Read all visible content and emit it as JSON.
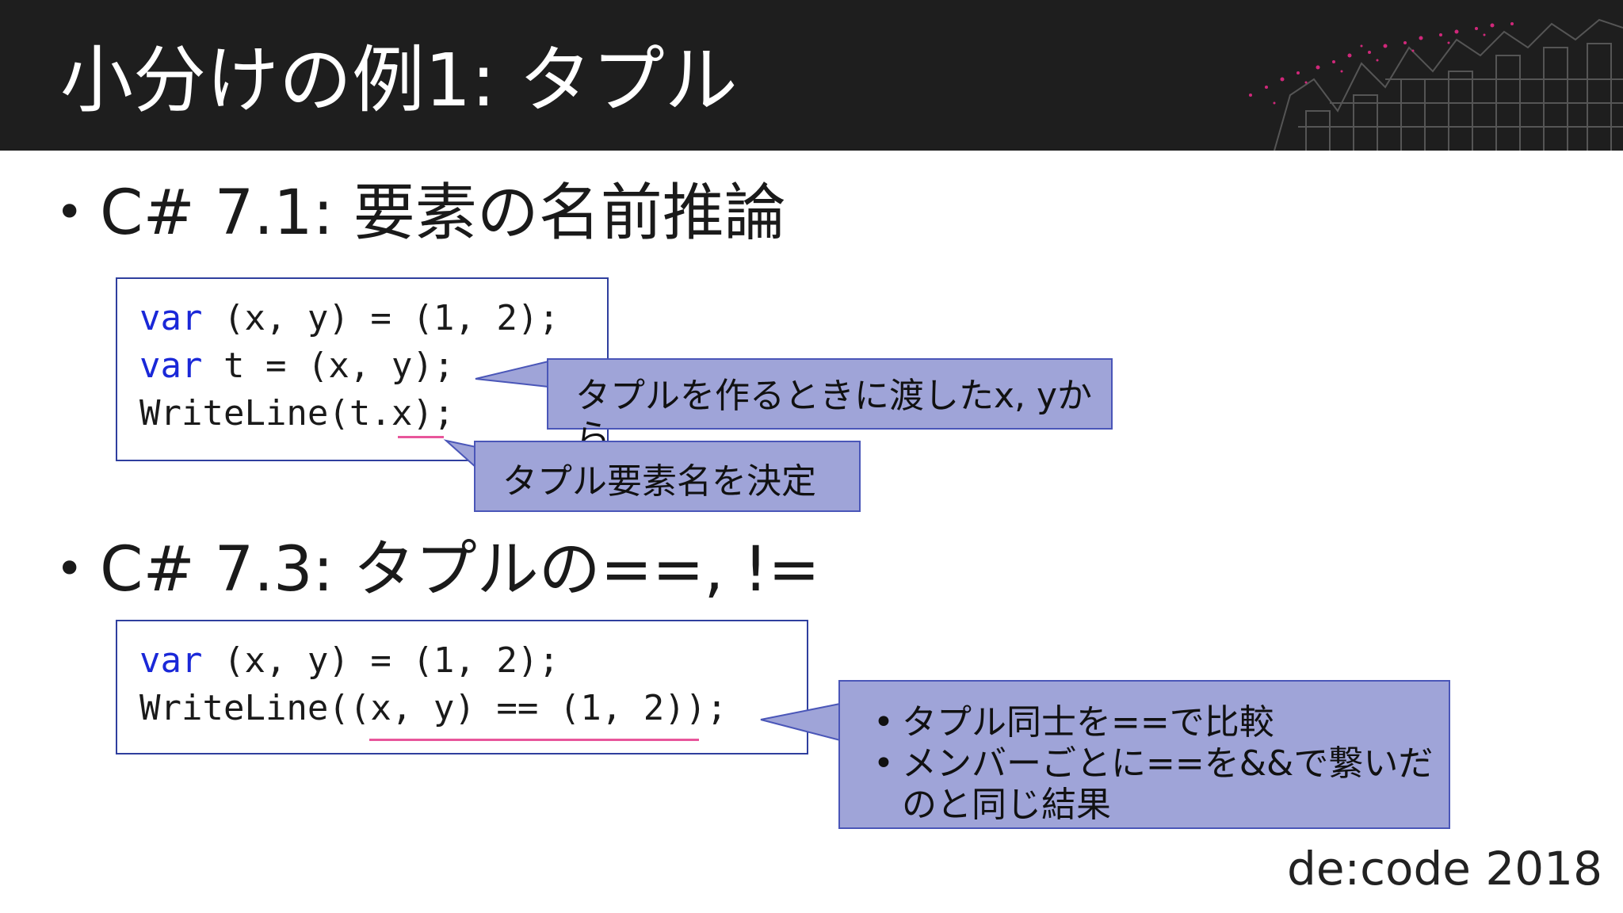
{
  "slide": {
    "title": "小分けの例1: タプル",
    "bullet1": "C# 7.1: 要素の名前推論",
    "bullet2": "C# 7.3: タプルの==, !=",
    "bullet_glyph": "•"
  },
  "code1": {
    "line1_kw": "var",
    "line1_rest": " (x, y) = (1, 2);",
    "line2_kw": "var",
    "line2_rest": " t = (x, y);",
    "line3": "WriteLine(t.x);"
  },
  "code2": {
    "line1_kw": "var",
    "line1_rest": " (x, y) = (1, 2);",
    "line2": "WriteLine((x, y) == (1, 2));"
  },
  "callouts": {
    "c1": "タプルを作るときに渡したx, yから",
    "c2": "タプル要素名を決定",
    "c3_items": [
      "タプル同士を==で比較",
      "メンバーごとに==を&&で繋いだのと同じ結果"
    ]
  },
  "footer": "de:code 2018",
  "colors": {
    "header_bg": "#1e1e1e",
    "keyword": "#1a28d8",
    "underline": "#e8569b",
    "callout_bg": "#9fa4d8",
    "callout_border": "#4a56b8",
    "codebox_border": "#2f3f9e"
  }
}
